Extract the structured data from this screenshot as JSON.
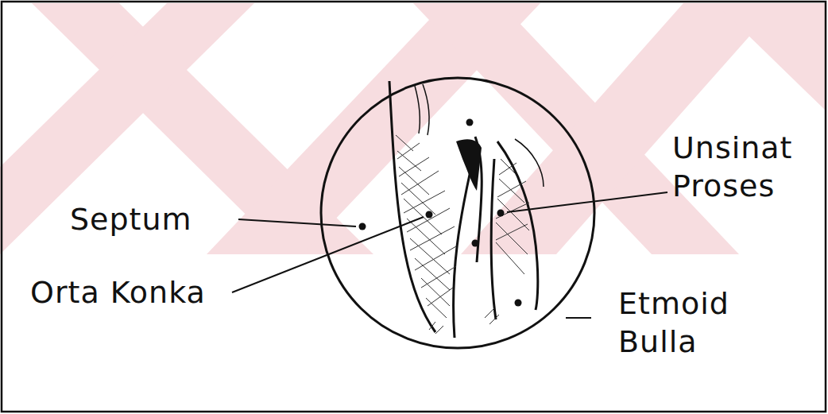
{
  "diagram": {
    "labels": [
      "Septum",
      "Orta Konka",
      "Unsinat Proses",
      "Etmoid Bulla"
    ]
  }
}
